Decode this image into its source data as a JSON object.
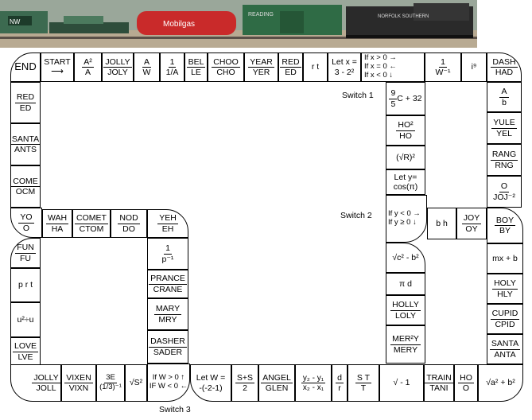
{
  "train": {
    "car1_label": "NW",
    "car3_label": "Mobilgas",
    "car4_label": "READING",
    "engine_label": "NORFOLK SOUTHERN"
  },
  "top_row": {
    "end": "END",
    "start": "START",
    "c2_n": "A²",
    "c2_d": "A",
    "c3_n": "JOLLY",
    "c3_d": "JOLY",
    "c4_n": "A",
    "c4_d": "W",
    "c5_n": "1",
    "c5_d": "1/A",
    "c6_n": "BEL",
    "c6_d": "LE",
    "c7_n": "CHOO",
    "c7_d": "CHO",
    "c8_n": "YEAR",
    "c8_d": "YER",
    "c9_n": "RED",
    "c9_d": "ED",
    "c10": "r t",
    "c11_a": "Let x =",
    "c11_b": "3 - 2²",
    "c12_a": "If x > 0 →",
    "c12_b": "If x = 0 ←",
    "c12_c": "If x < 0 ↓",
    "c13_n": "1",
    "c13_d": "W⁻¹",
    "c14": "i⁹",
    "c15_n": "DASH",
    "c15_d": "HAD"
  },
  "left_col": [
    {
      "n": "RED",
      "d": "ED"
    },
    {
      "n": "SANTA",
      "d": "ANTS"
    },
    {
      "n": "COME",
      "d": "OCM"
    },
    {
      "n": "YO",
      "d": "O"
    },
    {
      "n": "FUN",
      "d": "FU"
    },
    {
      "t": "p r t"
    },
    {
      "t": "u²÷u"
    },
    {
      "n": "LOVE",
      "d": "LVE"
    }
  ],
  "right_col": [
    {
      "n": "A",
      "d": "b"
    },
    {
      "n": "YULE",
      "d": "YEL"
    },
    {
      "n": "RANG",
      "d": "RNG"
    },
    {
      "n": "O",
      "d": "JOJ⁻²"
    },
    {
      "n": "BOY",
      "d": "BY"
    },
    {
      "t": "mx + b"
    },
    {
      "n": "HOLY",
      "d": "HLY"
    },
    {
      "n": "CUPID",
      "d": "CPID"
    },
    {
      "n": "SANTA",
      "d": "ANTA"
    }
  ],
  "middle_row": [
    {
      "n": "WAH",
      "d": "HA"
    },
    {
      "n": "COMET",
      "d": "CTOM"
    },
    {
      "n": "NOD",
      "d": "DO"
    },
    {
      "n": "YEH",
      "d": "EH"
    }
  ],
  "inner_col": [
    {
      "n": "1",
      "d": "p⁻¹"
    },
    {
      "n": "PRANCE",
      "d": "CRANE"
    },
    {
      "n": "MARY",
      "d": "MRY"
    },
    {
      "n": "DASHER",
      "d": "SADER"
    }
  ],
  "center_col": [
    {
      "n": "9",
      "d": "5",
      "tail": "C + 32"
    },
    {
      "n": "HO²",
      "d": "HO"
    },
    {
      "t": "(√R)²"
    },
    {
      "a": "Let y=",
      "b": "cos(π)"
    },
    {
      "a": "If y < 0 →",
      "b": "If y ≥ 0 ↓"
    },
    {
      "t": "√c² - b²"
    },
    {
      "t": "π d"
    },
    {
      "n": "HOLLY",
      "d": "LOLY"
    },
    {
      "n": "MER²Y",
      "d": "MERY"
    }
  ],
  "branch": {
    "bh": "b h",
    "joy_n": "JOY",
    "joy_d": "OY"
  },
  "bottom_row": [
    {
      "n": "JOLLY",
      "d": "JOLL"
    },
    {
      "n": "VIXEN",
      "d": "VIXN"
    },
    {
      "n": "3E",
      "d": "(1/3)⁻¹"
    },
    {
      "t": "√S²"
    },
    {
      "a": "If W > 0 ↑",
      "b": "IF W < 0 ←"
    },
    {
      "a": "Let W =",
      "b": "-(-2-1)"
    },
    {
      "n": "S+S",
      "d": "2"
    },
    {
      "n": "ANGEL",
      "d": "GLEN"
    },
    {
      "n": "y₂ - y₁",
      "d": "x₂ - x₁"
    },
    {
      "n": "d",
      "d": "r"
    },
    {
      "n": "S T",
      "d": "T"
    },
    {
      "t": "√ - 1"
    },
    {
      "n": "TRAIN",
      "d": "TANI"
    },
    {
      "n": "HO",
      "d": "O"
    },
    {
      "t": "√a² + b²"
    }
  ],
  "labels": {
    "switch1": "Switch 1",
    "switch2": "Switch 2",
    "switch3": "Switch 3"
  }
}
